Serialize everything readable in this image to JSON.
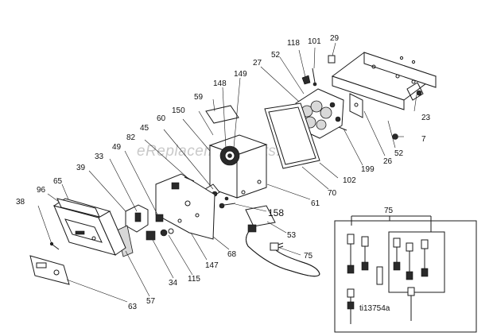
{
  "watermark": "eReplacementParts.com",
  "figure_code": "ti13754a",
  "callouts": {
    "c118": "118",
    "c101": "101",
    "c29": "29",
    "c27": "27",
    "c52a": "52",
    "c148": "148",
    "c149": "149",
    "c59": "59",
    "c150": "150",
    "c60": "60",
    "c45": "45",
    "c82": "82",
    "c49": "49",
    "c33": "33",
    "c39": "39",
    "c65": "65",
    "c96": "96",
    "c38": "38",
    "c23": "23",
    "c52b": "52",
    "c7": "7",
    "c26": "26",
    "c199": "199",
    "c102": "102",
    "c70": "70",
    "c61": "61",
    "c158": "158",
    "c53": "53",
    "c75a": "75",
    "c75b": "75",
    "c68": "68",
    "c147": "147",
    "c115": "115",
    "c34": "34",
    "c57": "57",
    "c63": "63"
  }
}
